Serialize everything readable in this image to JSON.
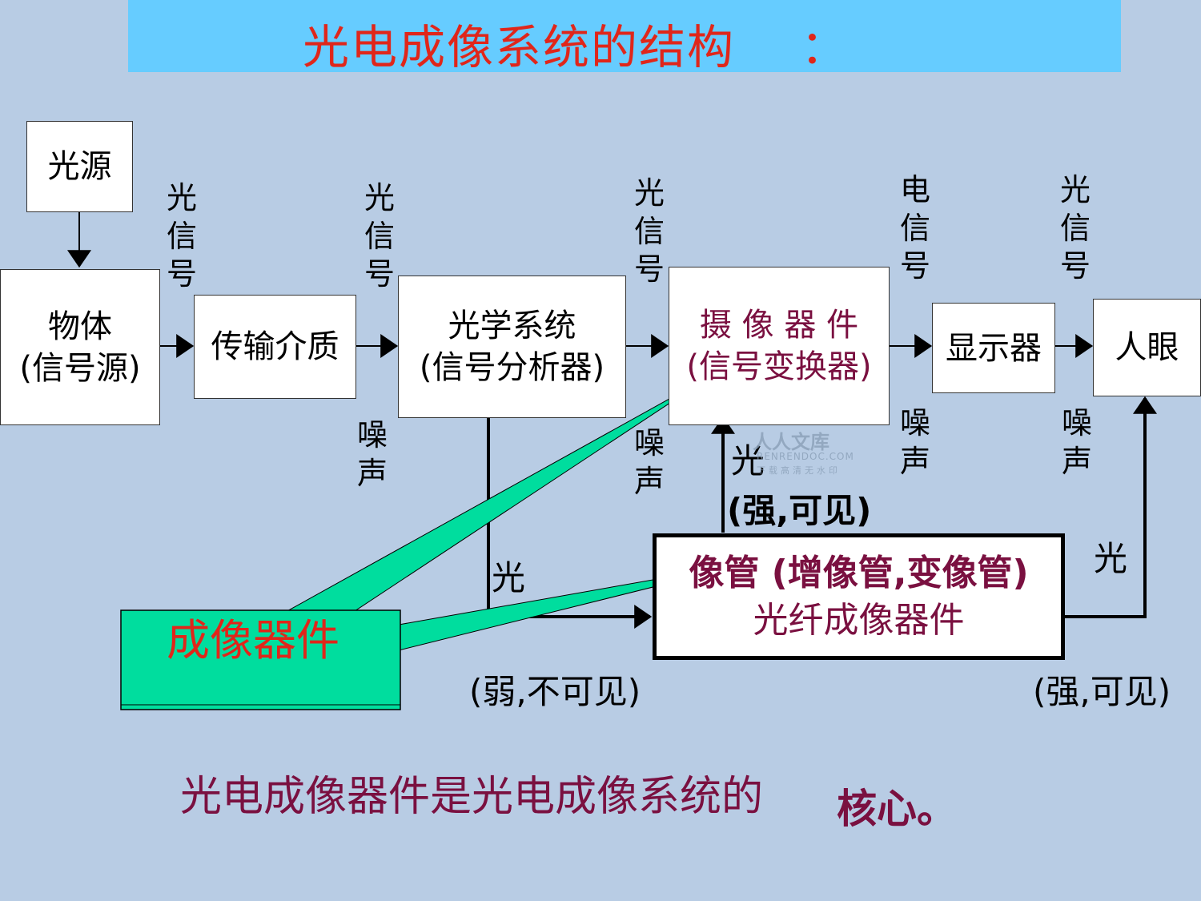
{
  "title": "光电成像系统的结构",
  "title_colon": "：",
  "nodes": {
    "light_source": "光源",
    "object": [
      "物体",
      "(信号源)"
    ],
    "medium": "传输介质",
    "optical": [
      "光学系统",
      "(信号分析器)"
    ],
    "camera": [
      "摄 像 器 件",
      "(信号变换器)"
    ],
    "display": "显示器",
    "eye": "人眼",
    "tube": [
      "像管  (增像管,变像管)",
      "光纤成像器件"
    ],
    "imaging_device": "成像器件"
  },
  "labels": {
    "light_signal": [
      "光",
      "信",
      "号"
    ],
    "electric_signal": [
      "电",
      "信",
      "号"
    ],
    "noise": [
      "噪",
      "声"
    ],
    "light": "光",
    "strong_visible": "(强,可见)",
    "weak_invisible": "(弱,不可见)"
  },
  "footer": {
    "text": "光电成像器件是光电成像系统的",
    "emphasis": "核心。"
  },
  "watermark": {
    "line1": "人人文库",
    "line2": "RENRENDOC.COM",
    "line3": "下载高清无水印"
  },
  "colors": {
    "title": "#e0261a",
    "camera_text": "#7a1040",
    "callout": "#00dd9e",
    "footer": "#7a1040"
  }
}
